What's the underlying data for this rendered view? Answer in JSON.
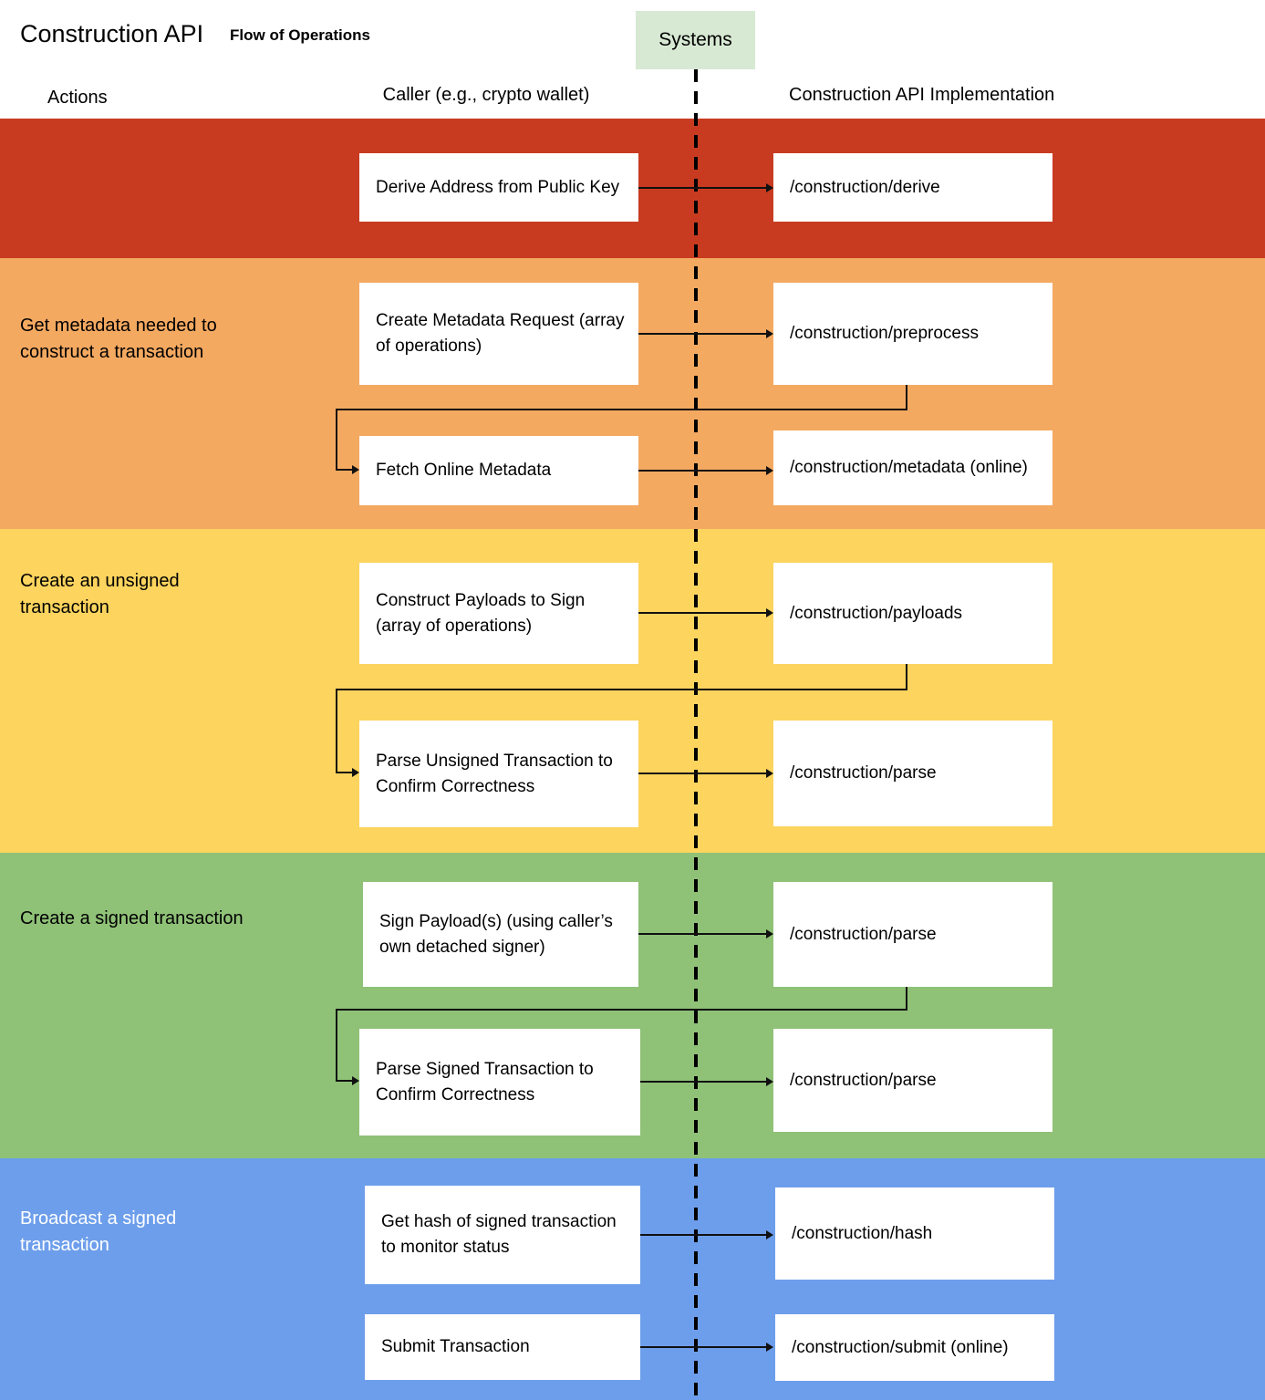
{
  "header": {
    "title": "Construction API",
    "subtitle": "Flow of Operations",
    "systems_label": "Systems"
  },
  "columns": {
    "actions": "Actions",
    "caller": "Caller (e.g., crypto wallet)",
    "implementation": "Construction API Implementation"
  },
  "colors": {
    "band_derive": "#C83B21",
    "band_metadata": "#F4A961",
    "band_unsigned": "#FCD45E",
    "band_signed": "#8FC177",
    "band_broadcast": "#6D9EEB",
    "systems_bg": "#D7E9D3",
    "box_bg": "#FFFFFF",
    "line": "#111111"
  },
  "bands": [
    {
      "name": "derive",
      "action": "",
      "rows": [
        {
          "caller": "Derive Address from Public Key",
          "impl": "/construction/derive"
        }
      ]
    },
    {
      "name": "metadata",
      "action": "Get metadata needed to construct a transaction",
      "rows": [
        {
          "caller": "Create Metadata Request (array of operations)",
          "impl": "/construction/preprocess"
        },
        {
          "caller": "Fetch Online Metadata",
          "impl": "/construction/metadata (online)"
        }
      ]
    },
    {
      "name": "unsigned",
      "action": "Create an unsigned transaction",
      "rows": [
        {
          "caller": "Construct Payloads to Sign (array of operations)",
          "impl": "/construction/payloads"
        },
        {
          "caller": "Parse Unsigned Transaction to Confirm Correctness",
          "impl": "/construction/parse"
        }
      ]
    },
    {
      "name": "signed",
      "action": "Create a signed transaction",
      "rows": [
        {
          "caller": "Sign Payload(s) (using caller’s own detached signer)",
          "impl": "/construction/parse"
        },
        {
          "caller": "Parse Signed Transaction to Confirm Correctness",
          "impl": "/construction/parse"
        }
      ]
    },
    {
      "name": "broadcast",
      "action": "Broadcast a signed transaction",
      "rows": [
        {
          "caller": "Get hash of signed transaction to monitor status",
          "impl": "/construction/hash"
        },
        {
          "caller": "Submit Transaction",
          "impl": "/construction/submit (online)"
        }
      ]
    }
  ]
}
